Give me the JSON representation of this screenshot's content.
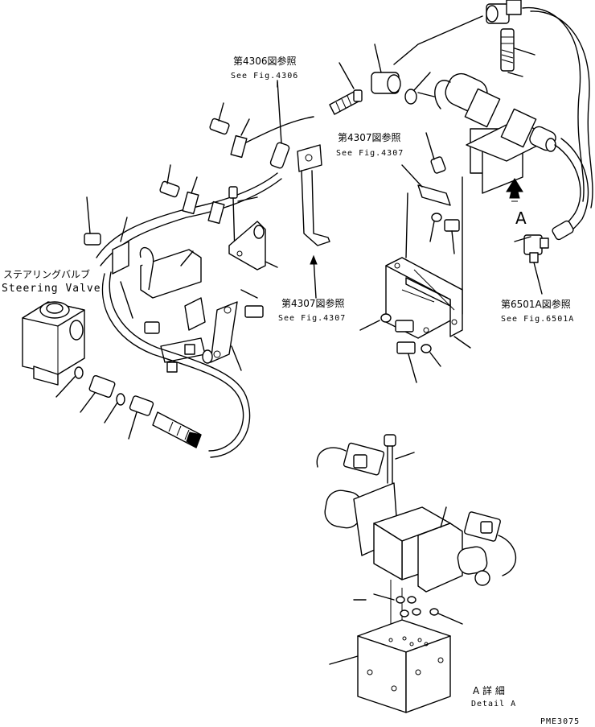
{
  "labels": {
    "ref_4306_jp": "第4306図参照",
    "ref_4306_en": "See Fig.4306",
    "ref_4307_top_jp": "第4307図参照",
    "ref_4307_top_en": "See Fig.4307",
    "ref_4307_mid_jp": "第4307図参照",
    "ref_4307_mid_en": "See Fig.4307",
    "ref_6501a_jp": "第6501A図参照",
    "ref_6501a_en": "See Fig.6501A",
    "steering_jp": "ステアリングバルブ",
    "steering_en": "Steering Valve",
    "view_arrow_letter": "A",
    "detail_jp": "A 詳 細",
    "detail_en": "Detail A",
    "drawing_code": "PME3075"
  }
}
